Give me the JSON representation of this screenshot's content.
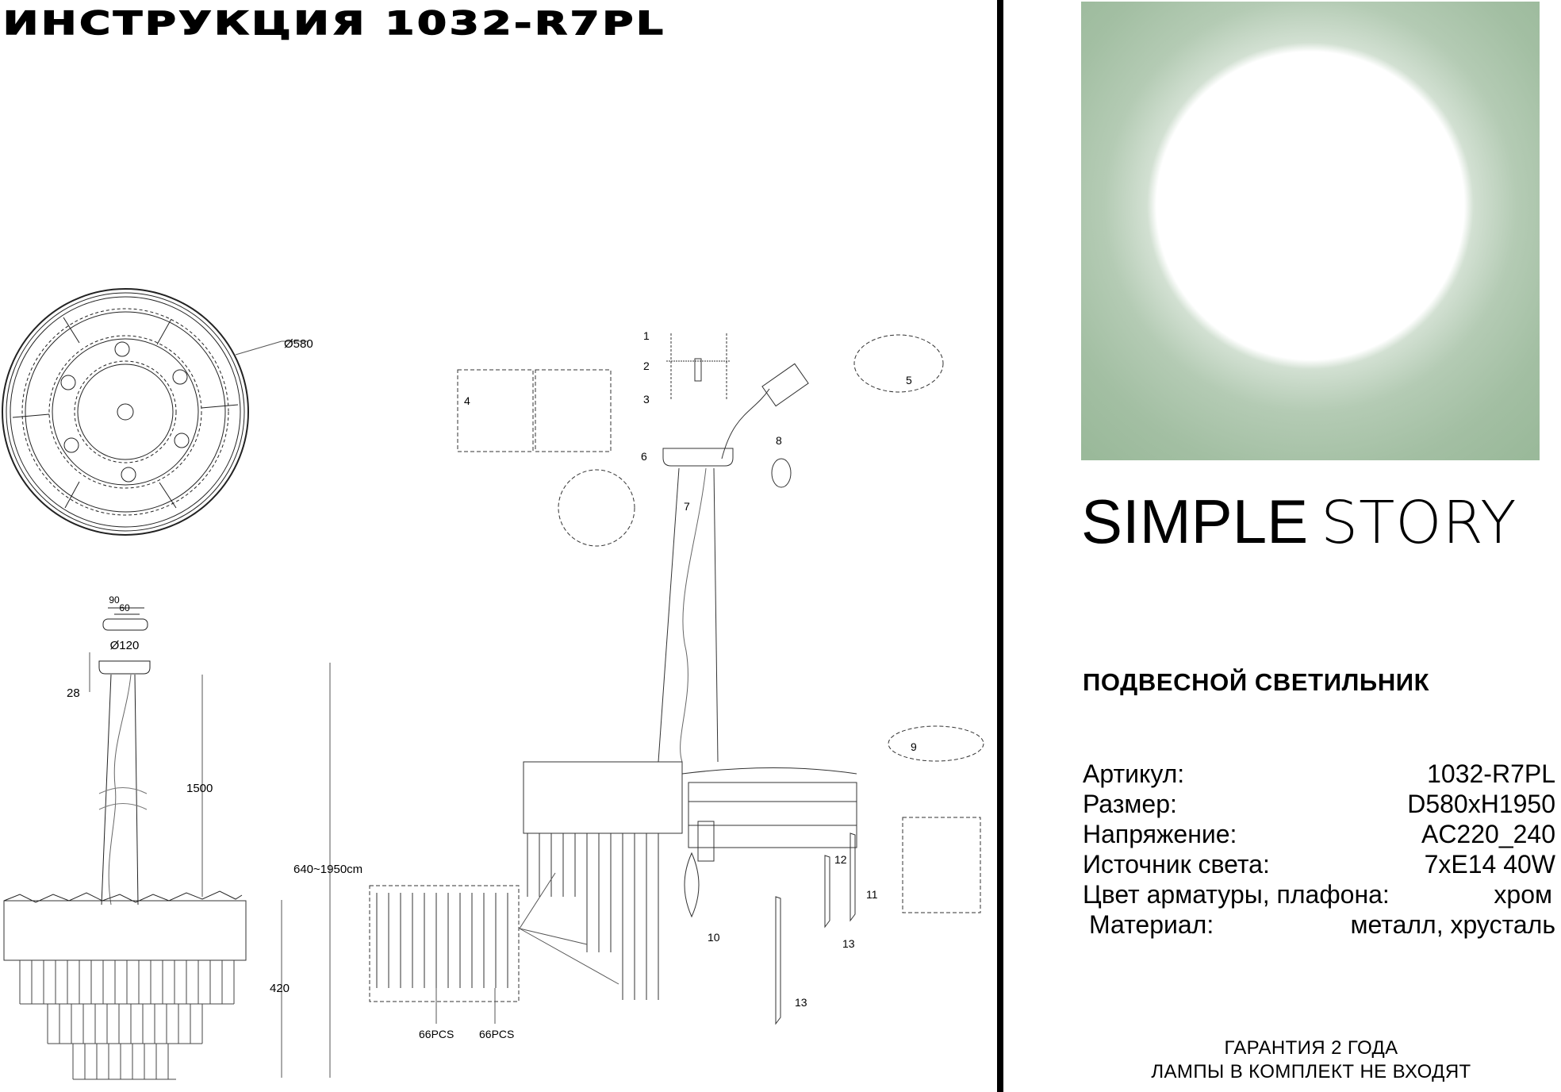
{
  "header": {
    "title": "ИНСТРУКЦИЯ 1032-R7PL"
  },
  "brand": {
    "part1": "SIMPLE",
    "part2": "STORY",
    "hero_colors": {
      "green": "#9ab99a",
      "circle": "#ffffff"
    }
  },
  "product": {
    "type": "ПОДВЕСНОЙ СВЕТИЛЬНИК"
  },
  "specs": [
    {
      "label": "Артикул:",
      "value": "1032-R7PL"
    },
    {
      "label": "Размер:",
      "value": "D580xH1950"
    },
    {
      "label": "Напряжение:",
      "value": "AC220_240"
    },
    {
      "label": "Источник света:",
      "value": "7xE14 40W"
    },
    {
      "label": "Цвет арматуры, плафона:",
      "value": "хром"
    },
    {
      "label": "Материал:",
      "value": "металл, хрусталь"
    }
  ],
  "footer": {
    "line1": "ГАРАНТИЯ 2 ГОДА",
    "line2": "ЛАМПЫ В КОМПЛЕКТ НЕ ВХОДЯТ"
  },
  "drawing": {
    "top_view": {
      "diameter_label": "Ø580"
    },
    "side_view": {
      "bracket_outer": "90",
      "bracket_inner": "60",
      "canopy_diameter": "Ø120",
      "canopy_height": "28",
      "cable_length": "1500",
      "body_height": "420",
      "total_height": "640~1950cm"
    },
    "assembly": {
      "steps": [
        "1",
        "2",
        "3",
        "4",
        "5",
        "6",
        "7",
        "8",
        "9",
        "10",
        "11",
        "12",
        "13",
        "13"
      ],
      "crystal_count_1": "66PCS",
      "crystal_count_2": "66PCS"
    }
  }
}
